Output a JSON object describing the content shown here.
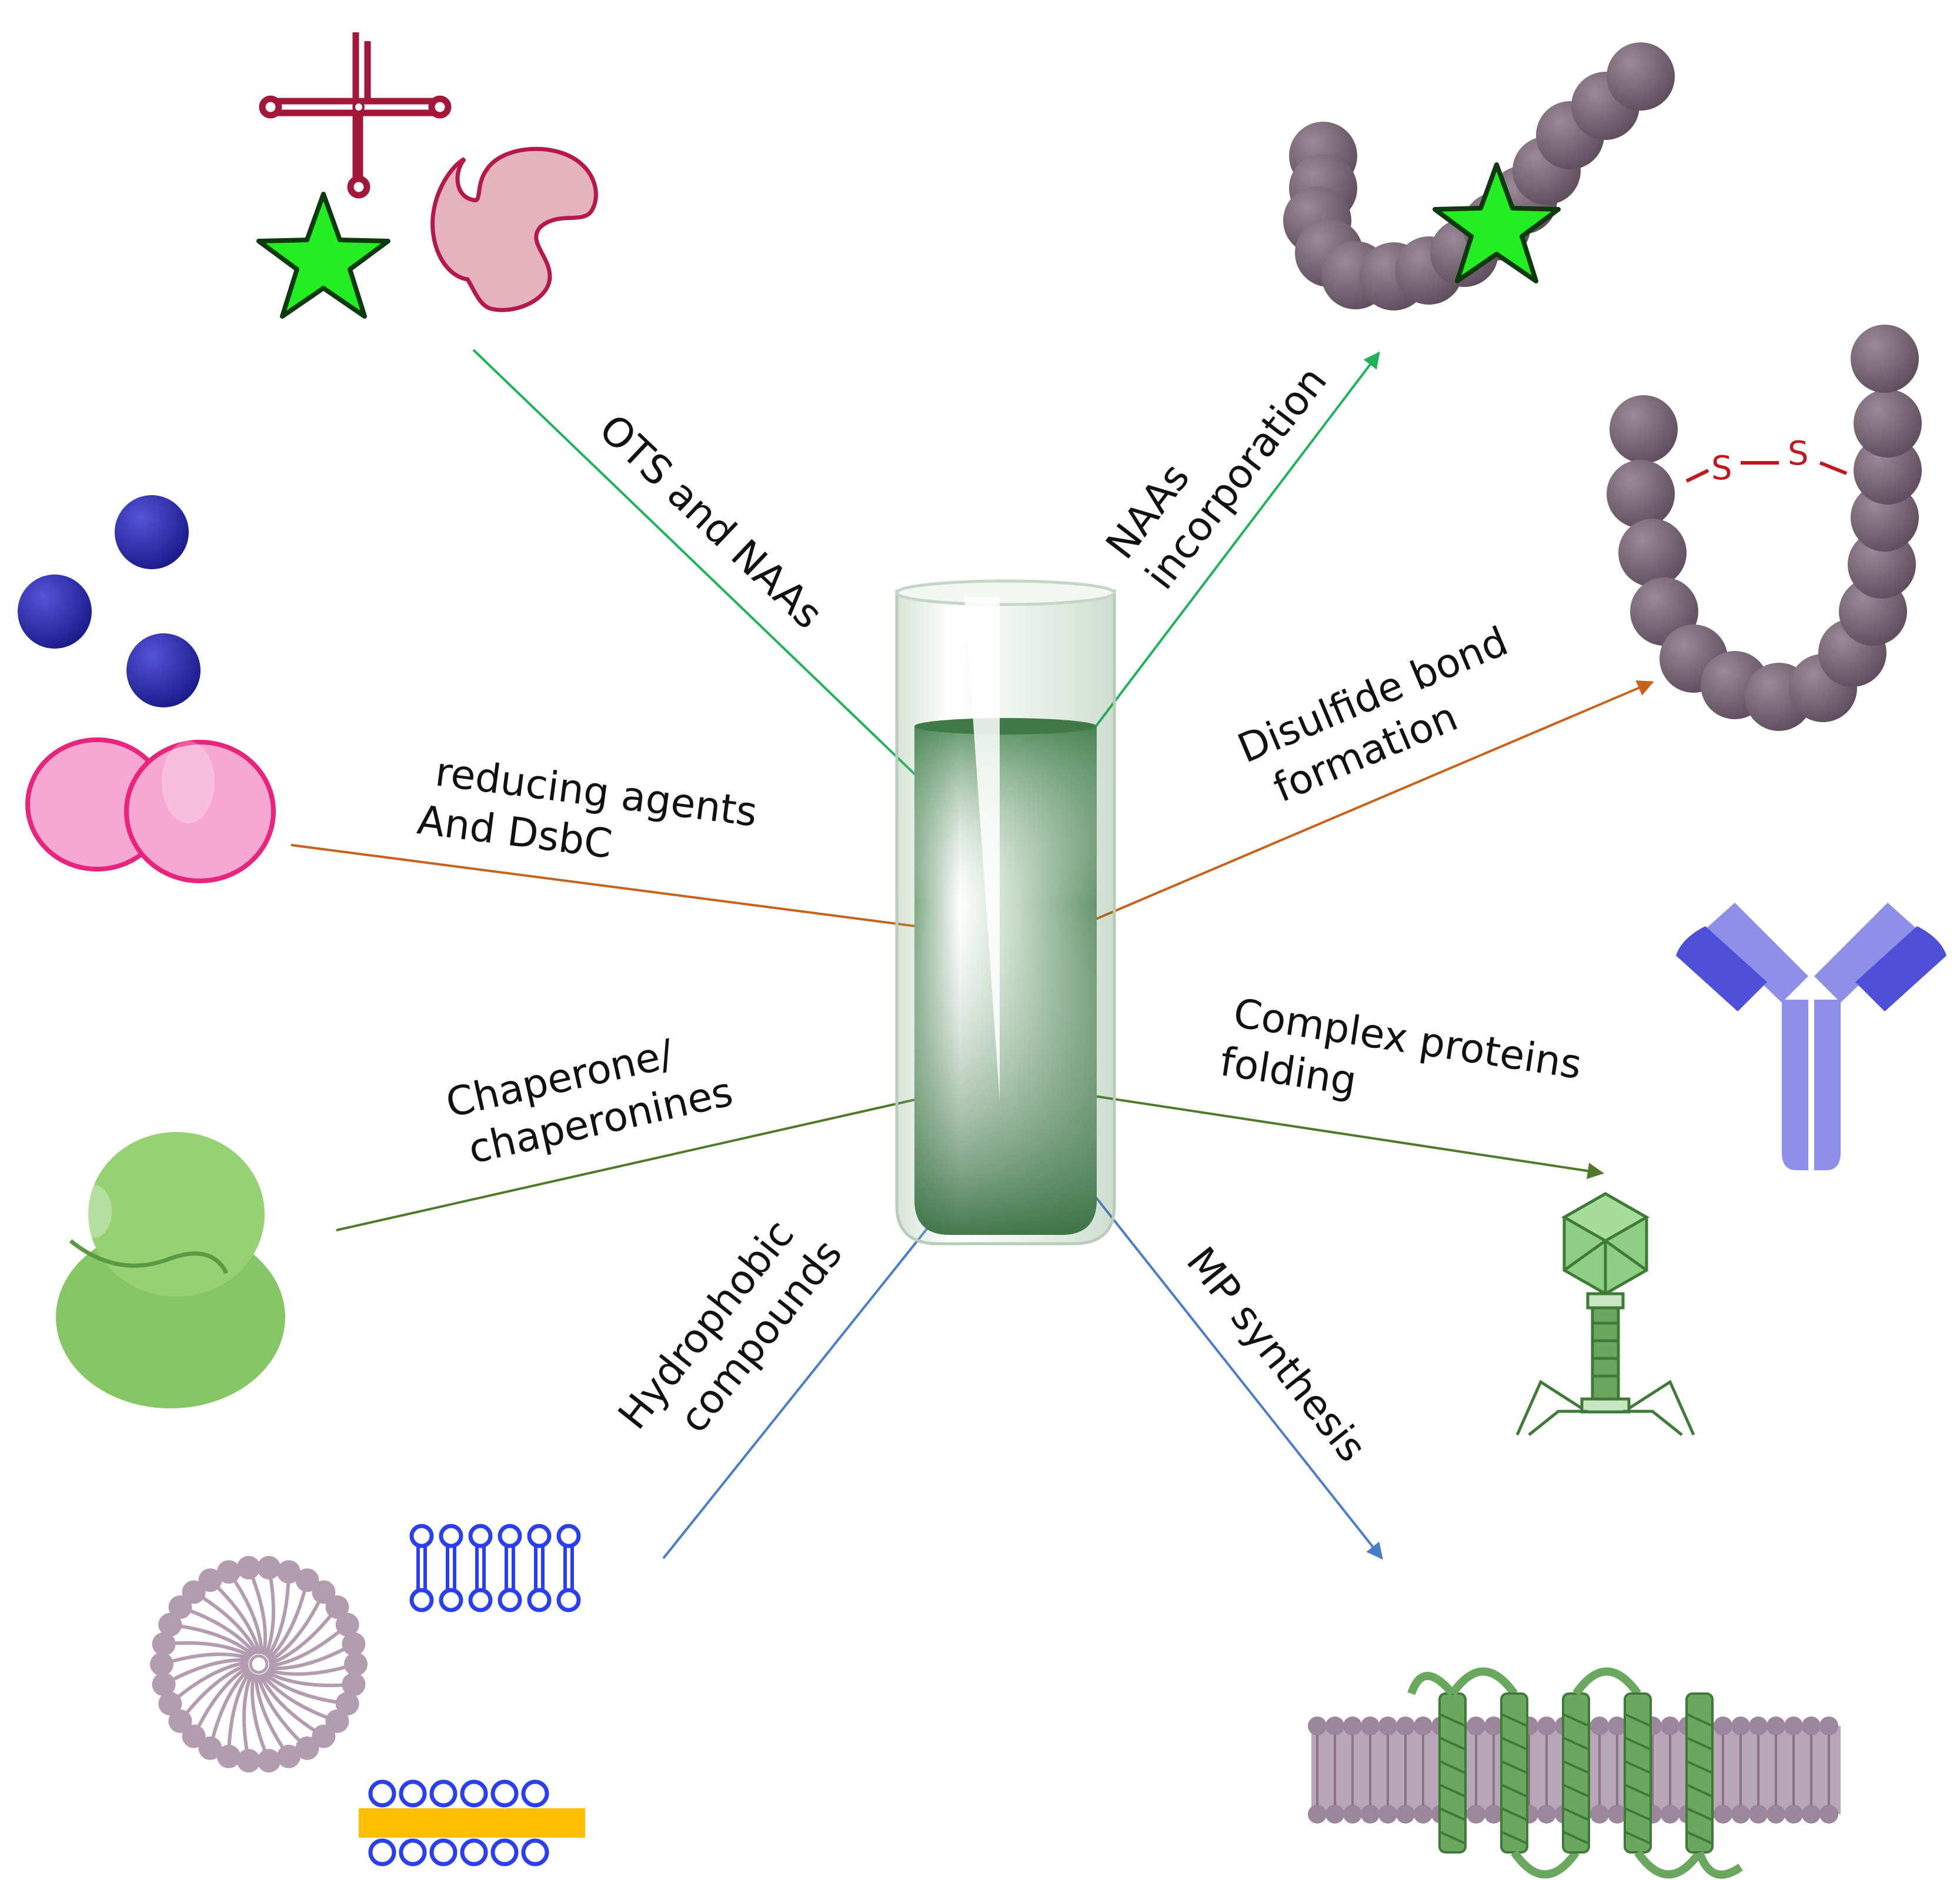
{
  "labels": {
    "ots": "OTS and NAAs",
    "naas_1": "NAAs",
    "naas_2": "incorporation",
    "reducing_1": "reducing agents",
    "reducing_2": "And DsbC",
    "disulfide_1": "Disulfide bond",
    "disulfide_2": "formation",
    "chaperone_1": "Chaperone/",
    "chaperone_2": "chaperonines",
    "complex_1": "Complex proteins",
    "complex_2": "folding",
    "hydrophobic_1": "Hydrophobic",
    "hydrophobic_2": "compounds",
    "mp": "MP synthesis",
    "sulfur_left": "S",
    "sulfur_right": "S"
  },
  "colors": {
    "arrow_green": "#1db35a",
    "arrow_orange": "#c8611a",
    "arrow_olive": "#4f7a2a",
    "arrow_blue": "#4a7ccc",
    "bead_purple": "#7b6878",
    "star_green": "#22ee22",
    "trna_red": "#a3183a",
    "enzyme_pink": "#e5b3bd",
    "sphere_blue": "#2a2aa8",
    "pink_cells": "#f7a8d2",
    "chaperone_green": "#86c765",
    "antibody_purple": "#8e8fe8",
    "phage_green": "#6aa860",
    "lipid_blue": "#2a3ff0",
    "micelle_mauve": "#b49cb0",
    "bar_yellow": "#ffbf00",
    "membrane_mauve": "#9c869c",
    "tube_green": "#5a9460"
  }
}
